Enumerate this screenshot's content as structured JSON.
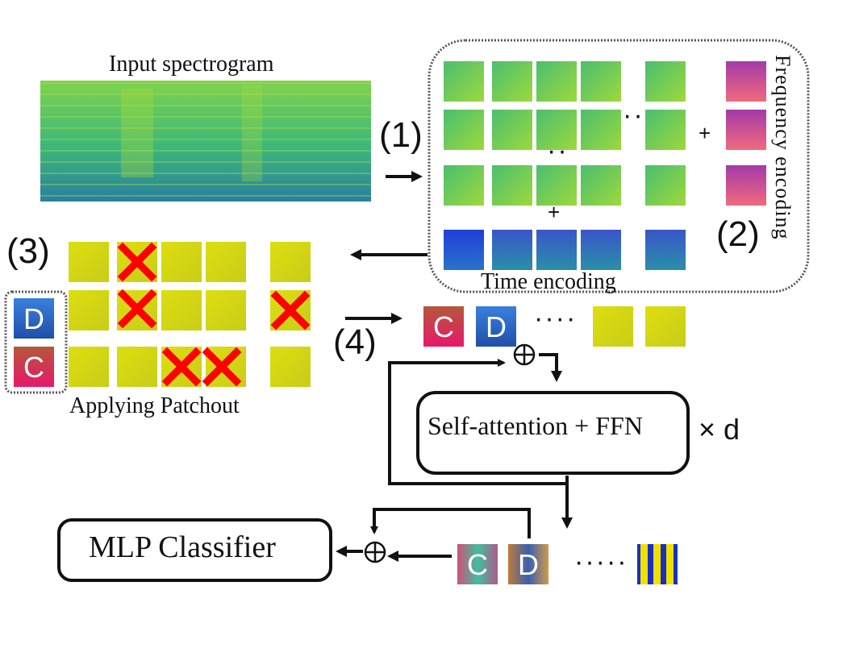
{
  "labels": {
    "input_spectrogram": "Input spectrogram",
    "time_encoding": "Time encoding",
    "frequency_encoding": "Frequency encoding",
    "applying_patchout": "Applying Patchout",
    "self_attention": "Self-attention + FFN",
    "times_d": "× d",
    "mlp_classifier": "MLP Classifier"
  },
  "steps": {
    "s1": "(1)",
    "s2": "(2)",
    "s3": "(3)",
    "s4": "(4)"
  },
  "symbols": {
    "plus": "+",
    "oplus": "⊕",
    "ellipsis_2": "··",
    "ellipsis_4": "····",
    "ellipsis_5": "·····"
  },
  "tokens": {
    "cls": "C",
    "dist": "D"
  },
  "colors": {
    "spectrogram_green": "#3fbf6e",
    "patch_yellow": "#e6e600",
    "freq_magenta": "#b03a9a",
    "time_blue": "#2f5fbf",
    "cross_red": "#ff0000",
    "token_c": "#c0503a",
    "token_d": "#2f6fd0"
  },
  "icons": [
    "cross-icon",
    "oplus-icon",
    "arrow-icon"
  ]
}
